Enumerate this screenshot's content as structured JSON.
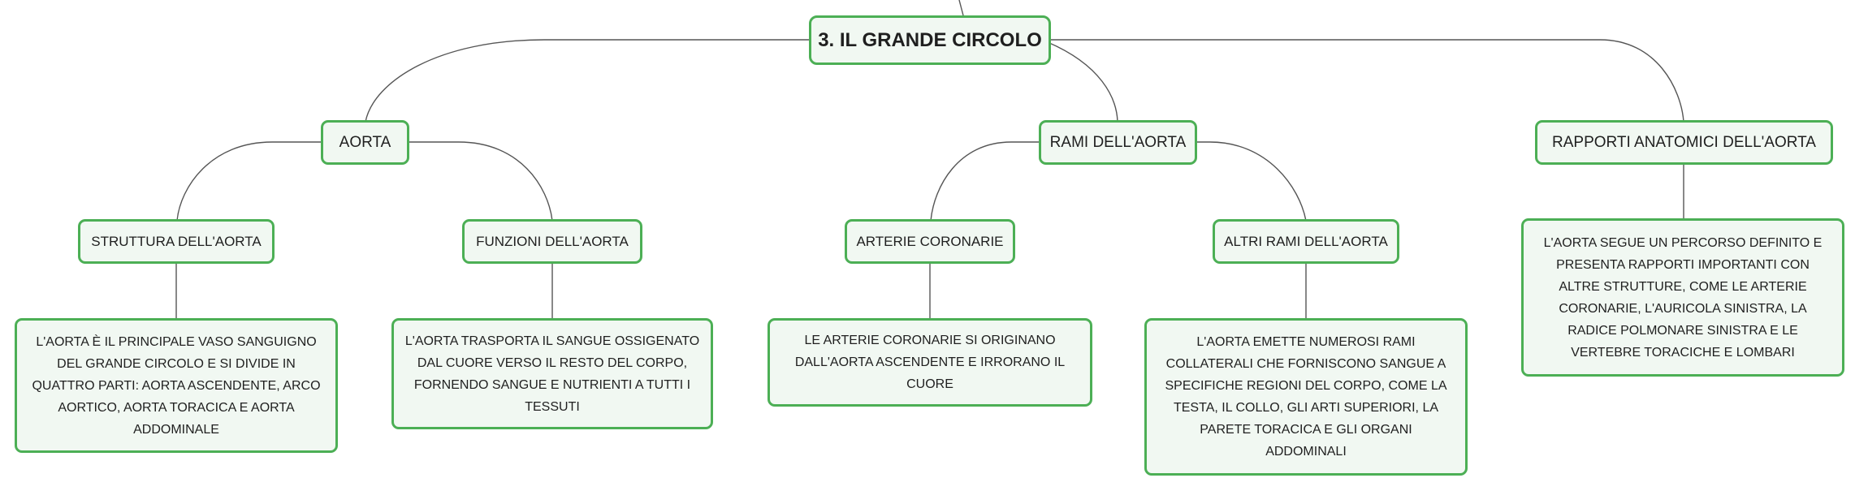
{
  "root": {
    "label": "3. IL GRANDE CIRCOLO"
  },
  "branches": [
    {
      "label": "AORTA",
      "children": [
        {
          "label": "STRUTTURA DELL'AORTA",
          "detail": "L'AORTA È IL PRINCIPALE VASO SANGUIGNO\nDEL GRANDE CIRCOLO E SI DIVIDE IN\nQUATTRO PARTI: AORTA ASCENDENTE, ARCO\nAORTICO, AORTA TORACICA E AORTA\nADDOMINALE"
        },
        {
          "label": "FUNZIONI DELL'AORTA",
          "detail": "L'AORTA TRASPORTA IL SANGUE OSSIGENATO\nDAL CUORE VERSO IL RESTO DEL CORPO,\nFORNENDO SANGUE E NUTRIENTI A TUTTI I\nTESSUTI"
        }
      ]
    },
    {
      "label": "RAMI DELL'AORTA",
      "children": [
        {
          "label": "ARTERIE CORONARIE",
          "detail": "LE ARTERIE CORONARIE SI ORIGINANO\nDALL'AORTA ASCENDENTE E IRRORANO IL\nCUORE"
        },
        {
          "label": "ALTRI RAMI DELL'AORTA",
          "detail": "L'AORTA EMETTE NUMEROSI RAMI\nCOLLATERALI CHE FORNISCONO SANGUE A\nSPECIFICHE REGIONI DEL CORPO, COME LA\nTESTA, IL COLLO, GLI ARTI SUPERIORI, LA\nPARETE TORACICA E GLI ORGANI\nADDOMINALI"
        }
      ]
    },
    {
      "label": "RAPPORTI ANATOMICI DELL'AORTA",
      "detail": "L'AORTA SEGUE UN PERCORSO DEFINITO E\nPRESENTA RAPPORTI IMPORTANTI CON\nALTRE STRUTTURE, COME LE ARTERIE\nCORONARIE, L'AURICOLA SINISTRA, LA\nRADICE POLMONARE SINISTRA E LE\nVERTEBRE TORACICHE E LOMBARI"
    }
  ],
  "colors": {
    "node_border": "#4caf55",
    "node_fill": "#f1f8f2",
    "connector": "#555555"
  }
}
